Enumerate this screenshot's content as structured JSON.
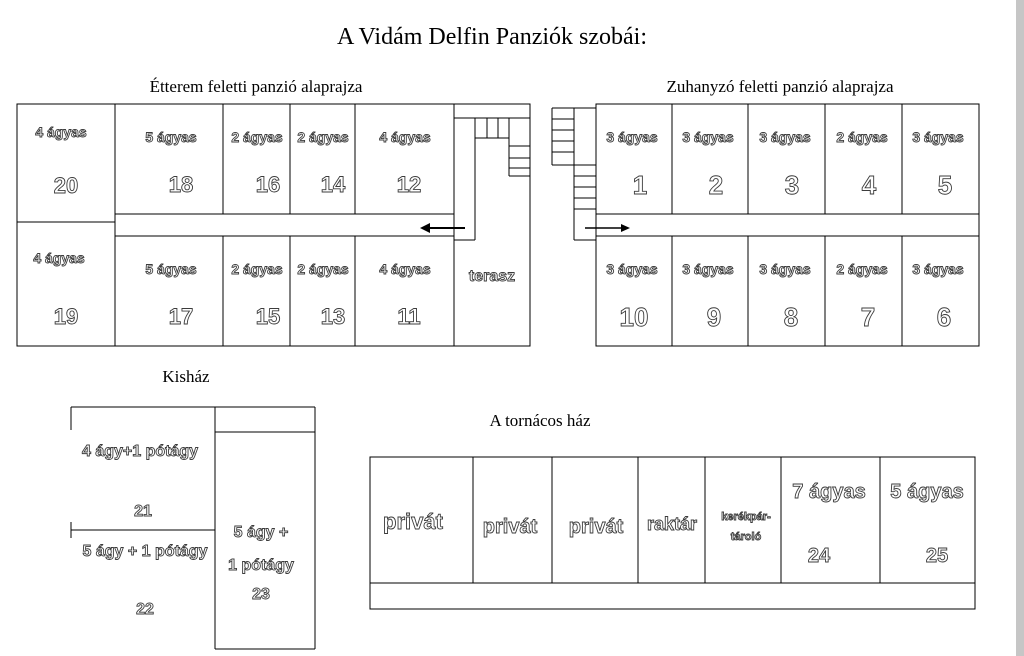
{
  "title": "A Vidám Delfin Panziók szobái:",
  "etterem": {
    "heading": "Étterem feletti panzió alaprajza",
    "rooms": [
      {
        "beds": "4 ágyas",
        "number": "20"
      },
      {
        "beds": "5 ágyas",
        "number": "18"
      },
      {
        "beds": "2 ágyas",
        "number": "16"
      },
      {
        "beds": "2 ágyas",
        "number": "14"
      },
      {
        "beds": "4 ágyas",
        "number": "12"
      },
      {
        "beds": "4 ágyas",
        "number": "19"
      },
      {
        "beds": "5 ágyas",
        "number": "17"
      },
      {
        "beds": "2 ágyas",
        "number": "15"
      },
      {
        "beds": "2 ágyas",
        "number": "13"
      },
      {
        "beds": "4 ágyas",
        "number": "11"
      }
    ],
    "terrace": "terasz"
  },
  "zuhanyzo": {
    "heading": "Zuhanyzó feletti panzió alaprajza",
    "rooms": [
      {
        "beds": "3 ágyas",
        "number": "1"
      },
      {
        "beds": "3 ágyas",
        "number": "2"
      },
      {
        "beds": "3 ágyas",
        "number": "3"
      },
      {
        "beds": "2 ágyas",
        "number": "4"
      },
      {
        "beds": "3 ágyas",
        "number": "5"
      },
      {
        "beds": "3 ágyas",
        "number": "10"
      },
      {
        "beds": "3 ágyas",
        "number": "9"
      },
      {
        "beds": "3 ágyas",
        "number": "8"
      },
      {
        "beds": "2 ágyas",
        "number": "7"
      },
      {
        "beds": "3 ágyas",
        "number": "6"
      }
    ]
  },
  "kishaz": {
    "heading": "Kisház",
    "rooms": [
      {
        "beds": "4 ágy+1 pótágy",
        "number": "21"
      },
      {
        "beds": "5 ágy + 1 pótágy",
        "number": "22"
      },
      {
        "beds_line1": "5 ágy +",
        "beds_line2": "1 pótágy",
        "number": "23"
      }
    ]
  },
  "tornacos": {
    "heading": "A tornácos ház",
    "private_1": "privát",
    "private_2": "privát",
    "private_3": "privát",
    "storage": "raktár",
    "bike_line1": "kerékpár-",
    "bike_line2": "tároló",
    "room_24": {
      "beds": "7 ágyas",
      "number": "24"
    },
    "room_25": {
      "beds": "5 ágyas",
      "number": "25"
    }
  }
}
